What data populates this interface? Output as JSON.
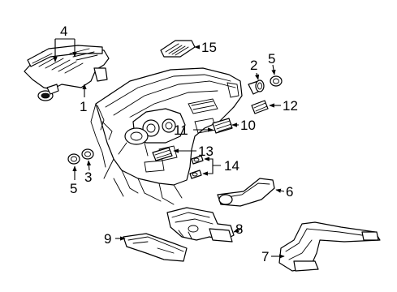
{
  "callouts": {
    "c1": "1",
    "c2": "2",
    "c3": "3",
    "c4": "4",
    "c5a": "5",
    "c5b": "5",
    "c6": "6",
    "c7": "7",
    "c8": "8",
    "c9": "9",
    "c10": "10",
    "c11": "11",
    "c12": "12",
    "c13": "13",
    "c14": "14",
    "c15": "15"
  }
}
